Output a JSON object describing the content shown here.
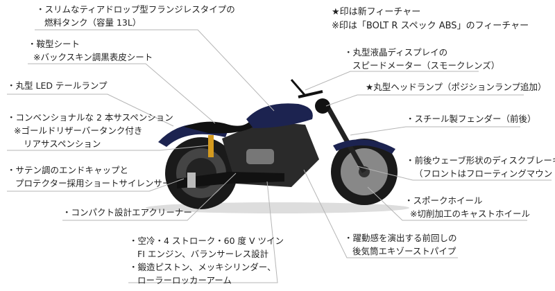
{
  "legend": {
    "new_feature": "★印は新フィーチャー",
    "abs_feature": "※印は「BOLT R スペック ABS」のフィーチャー"
  },
  "colors": {
    "body": "#1c2350",
    "leader": "#b5b5b5",
    "suspension": "#d49a1f"
  },
  "callouts": {
    "tank": [
      "・スリムなティアドロップ型フランジレスタイプの",
      "燃料タンク（容量 13L）"
    ],
    "seat": [
      "・鞍型シート",
      "※バックスキン調黒表皮シート"
    ],
    "tail": [
      "・丸型 LED テールランプ"
    ],
    "suspension": [
      "・コンベンショナルな 2 本サスペンション",
      "※ゴールドリザーバータンク付き",
      "リアサスペンション"
    ],
    "silencer": [
      "・サテン調のエンドキャップと",
      "プロテクター採用ショートサイレンサー"
    ],
    "aircleaner": [
      "・コンパクト設計エアクリーナー"
    ],
    "engine": [
      "・空冷・4 ストローク・60 度 V ツイン",
      "FI エンジン、バランサーレス設計",
      "・鍛造ピストン、メッキシリンダー、",
      "ローラーロッカーアーム"
    ],
    "meter": [
      "・丸型液晶ディスプレイの",
      "スピードメーター（スモークレンズ）"
    ],
    "headlamp": [
      "★丸型ヘッドランプ（ポジションランプ追加）"
    ],
    "fender": [
      "・スチール製フェンダー（前後）"
    ],
    "brake": [
      "・前後ウェーブ形状のディスクブレーキ",
      "（フロントはフローティングマウント）"
    ],
    "wheel": [
      "・スポークホイール",
      "※切削加工のキャストホイール"
    ],
    "exhaust": [
      "・躍動感を演出する前回しの",
      "後気筒エキゾーストパイプ"
    ]
  }
}
